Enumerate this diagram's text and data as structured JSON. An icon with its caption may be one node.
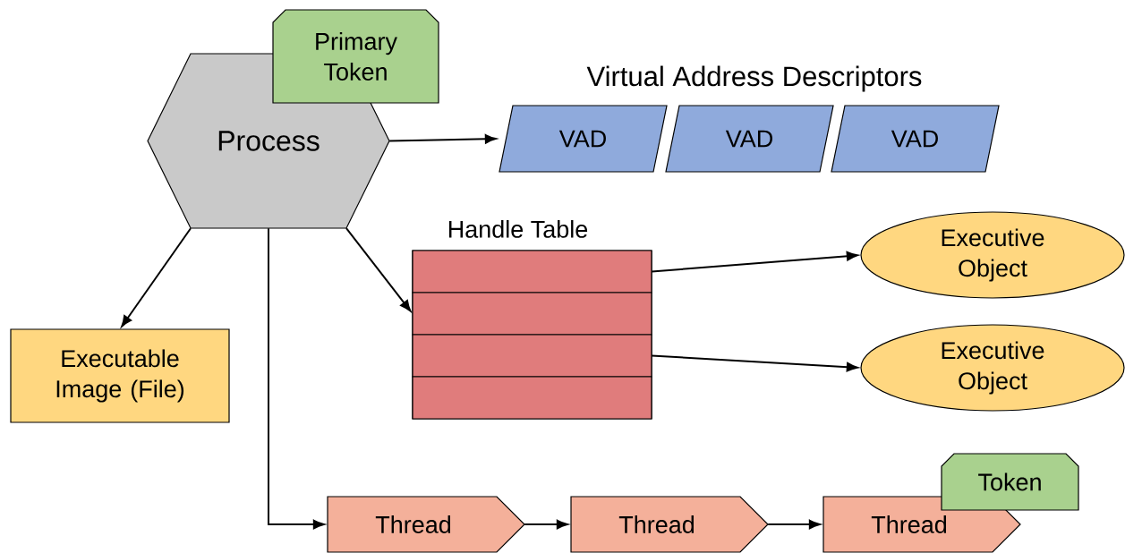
{
  "diagram": {
    "nodes": [
      {
        "text": [
          "Process"
        ]
      },
      {
        "text": [
          "Primary Token"
        ]
      },
      {
        "text": [
          "VAD"
        ]
      },
      {
        "text": [
          "VAD"
        ]
      },
      {
        "text": [
          "VAD"
        ]
      },
      {
        "text": [
          "Handle Table"
        ]
      },
      {
        "text": [],
        "shape": "box",
        "in": 5
      },
      {
        "text": [],
        "shape": "box",
        "in": 5
      },
      {
        "text": [],
        "shape": "box",
        "in": 5
      },
      {
        "text": [],
        "shape": "box",
        "in": 5
      },
      {
        "text": [
          "Executive Object"
        ]
      },
      {
        "text": [
          "Executive Object"
        ]
      },
      {
        "text": [
          "Executable Image (File)"
        ]
      },
      {
        "text": [
          "Thread"
        ]
      },
      {
        "text": [
          "Thread"
        ]
      },
      {
        "text": [
          "Thread"
        ]
      },
      {
        "text": [
          "Token"
        ]
      }
    ],
    "edges": [
      {
        "from": 0,
        "to": 2,
        "arrow": "to"
      },
      {
        "from": 0,
        "to": 12,
        "arrow": "to"
      },
      {
        "from": 0,
        "to": 7,
        "arrow": "to"
      },
      {
        "from": 0,
        "to": 13,
        "arrow": "to"
      },
      {
        "from": 6,
        "to": 10,
        "arrow": "to"
      },
      {
        "from": 8,
        "to": 11,
        "arrow": "to"
      },
      {
        "from": 13,
        "to": 14,
        "arrow": "to"
      },
      {
        "from": 14,
        "to": 15,
        "arrow": "to"
      }
    ],
    "labels": [
      "Virtual Address Descriptors"
    ]
  }
}
